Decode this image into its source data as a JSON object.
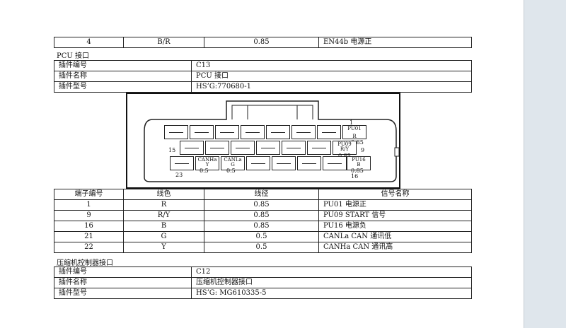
{
  "top_row": [
    "4",
    "B/R",
    "0.85",
    "EN44b  电源正"
  ],
  "pcu": {
    "title": "PCU 接口",
    "info": [
      {
        "key": "插件编号",
        "value": "C13"
      },
      {
        "key": "插件名称",
        "value": "PCU 接口"
      },
      {
        "key": "插件型号",
        "value": "HS’G:770680-1"
      }
    ]
  },
  "connector": {
    "pos": {
      "1": "1",
      "9": "9",
      "15": "15",
      "16": "16",
      "23": "23"
    },
    "pins": {
      "pu01": "PU01",
      "pu01_color": "R",
      "pu01_gauge": "0.85",
      "pu09": "PU09",
      "pu09_color": "R/Y",
      "pu09_gauge": "0.85",
      "pu16": "PU16",
      "pu16_color": "B",
      "pu16_gauge": "0.85",
      "canha": "CANHa",
      "canha_color": "Y",
      "canha_gauge": "0.5",
      "canla": "CANLa",
      "canla_color": "G",
      "canla_gauge": "0.5"
    }
  },
  "pin_table": {
    "headers": [
      "端子编号",
      "线色",
      "线径",
      "信号名称"
    ],
    "rows": [
      [
        "1",
        "R",
        "0.85",
        "PU01   电源正"
      ],
      [
        "9",
        "R/Y",
        "0.85",
        "PU09   START 信号"
      ],
      [
        "16",
        "B",
        "0.85",
        "PU16   电源负"
      ],
      [
        "21",
        "G",
        "0.5",
        "CANLa  CAN 通讯低"
      ],
      [
        "22",
        "Y",
        "0.5",
        "CANHa  CAN 通讯高"
      ]
    ]
  },
  "compressor": {
    "title": "压缩机控制器接口",
    "info": [
      {
        "key": "插件编号",
        "value": "C12"
      },
      {
        "key": "插件名称",
        "value": "压缩机控制器接口"
      },
      {
        "key": "插件型号",
        "value": "HS’G: MG610335-5"
      }
    ]
  }
}
